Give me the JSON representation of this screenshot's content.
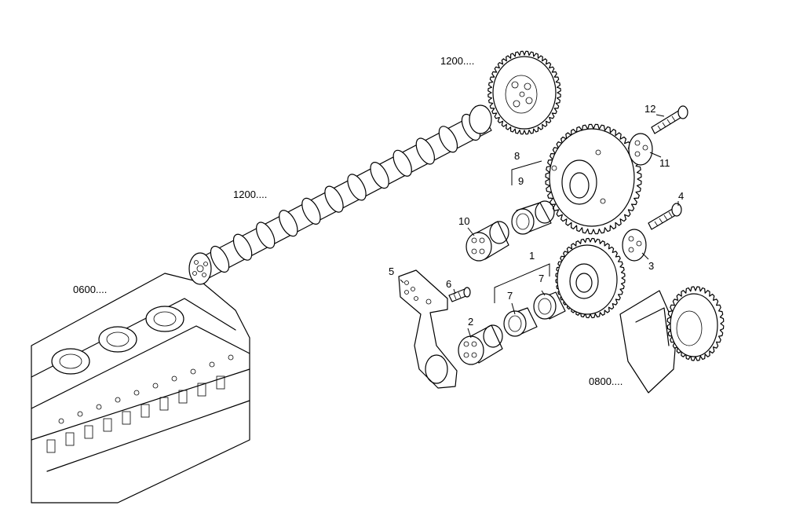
{
  "callouts": {
    "camshaft_gear": "1200....",
    "camshaft": "1200....",
    "cylinder_head": "0600....",
    "crankshaft": "0800....",
    "p1": "1",
    "p2": "2",
    "p3": "3",
    "p4": "4",
    "p5": "5",
    "p6": "6",
    "p7a": "7",
    "p7b": "7",
    "p8": "8",
    "p9": "9",
    "p10": "10",
    "p11": "11",
    "p12": "12"
  }
}
